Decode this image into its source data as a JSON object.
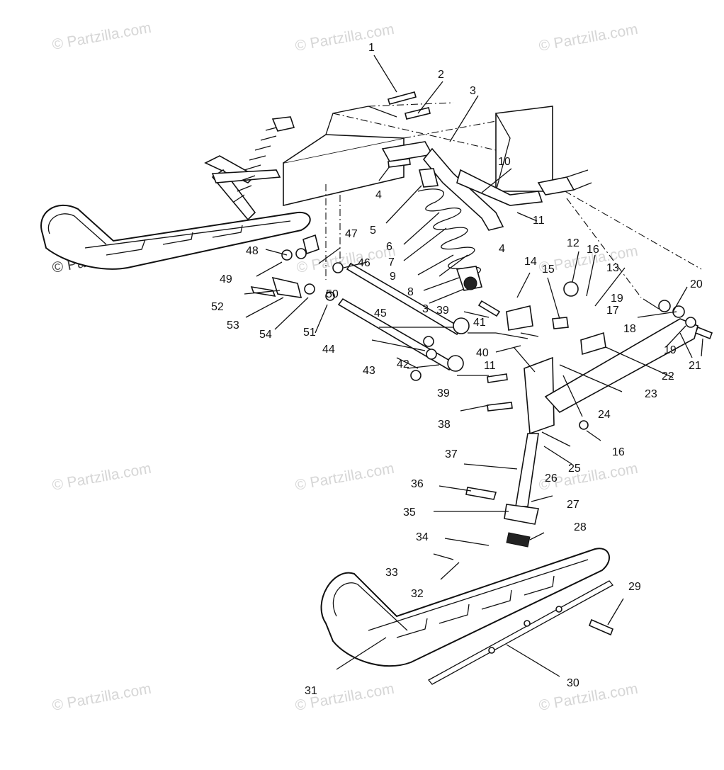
{
  "watermark": "© Partzilla.com",
  "callouts": [
    "1",
    "2",
    "3",
    "3",
    "4",
    "4",
    "5",
    "6",
    "7",
    "8",
    "9",
    "10",
    "11",
    "11",
    "12",
    "13",
    "14",
    "15",
    "16",
    "16",
    "17",
    "18",
    "19",
    "19",
    "20",
    "21",
    "22",
    "23",
    "24",
    "25",
    "26",
    "27",
    "28",
    "29",
    "30",
    "31",
    "32",
    "33",
    "34",
    "35",
    "36",
    "37",
    "38",
    "39",
    "39",
    "40",
    "41",
    "42",
    "43",
    "44",
    "45",
    "46",
    "47",
    "48",
    "49",
    "50",
    "51",
    "52",
    "53",
    "54"
  ]
}
